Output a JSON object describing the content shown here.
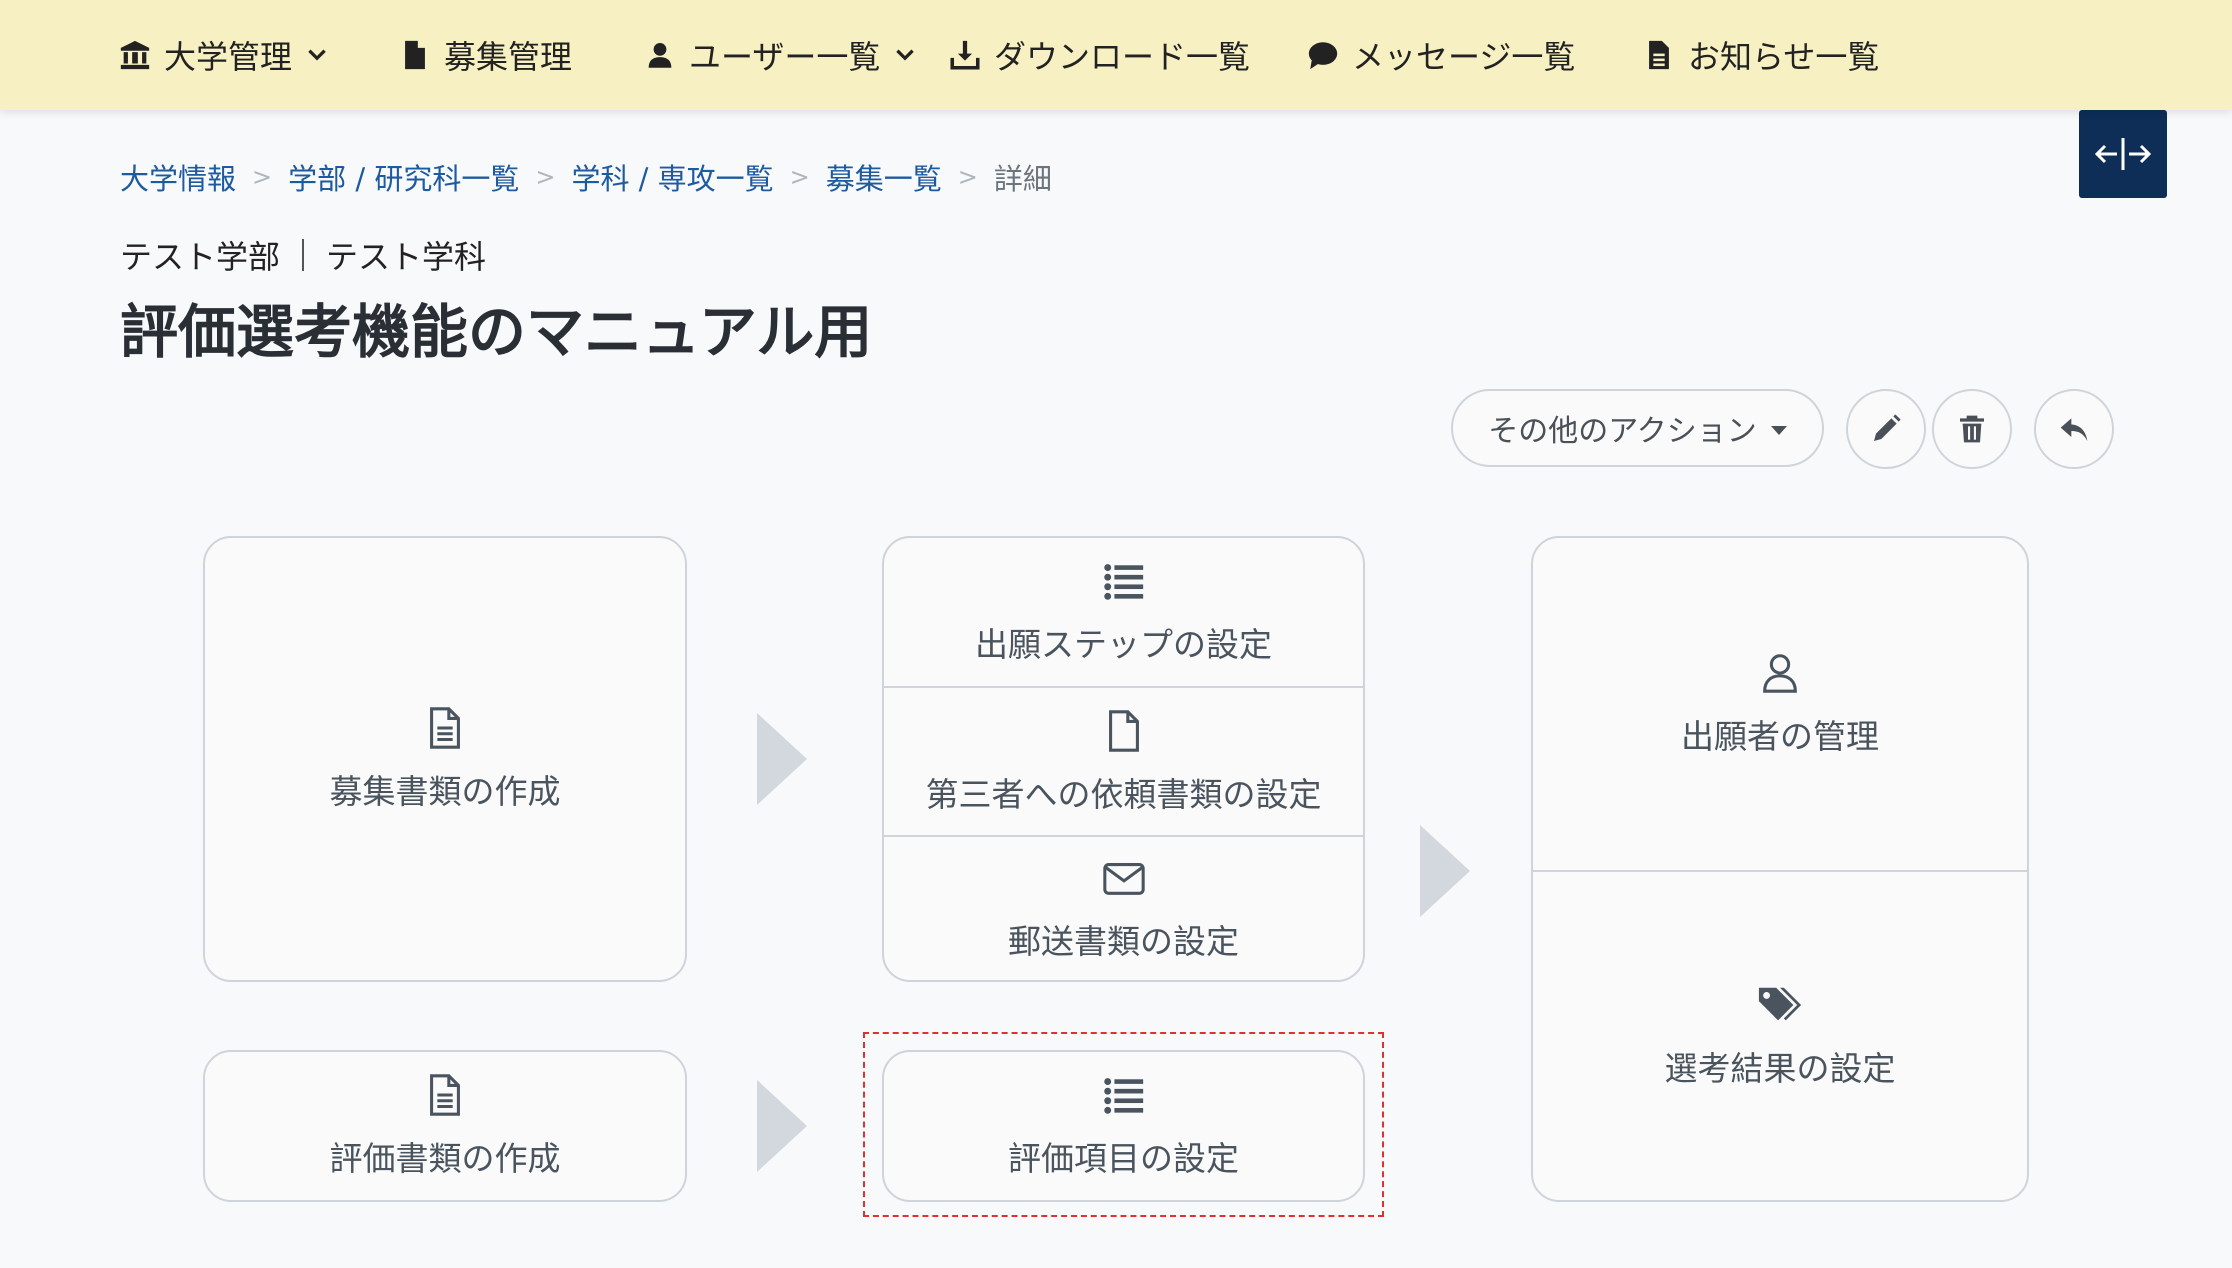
{
  "nav": {
    "items": [
      {
        "label": "大学管理",
        "icon": "university-icon",
        "dropdown": true
      },
      {
        "label": "募集管理",
        "icon": "file-icon",
        "dropdown": false
      },
      {
        "label": "ユーザー一覧",
        "icon": "user-icon",
        "dropdown": true
      },
      {
        "label": "ダウンロード一覧",
        "icon": "download-icon",
        "dropdown": false
      },
      {
        "label": "メッセージ一覧",
        "icon": "comment-icon",
        "dropdown": false
      },
      {
        "label": "お知らせ一覧",
        "icon": "file-text-icon",
        "dropdown": false
      }
    ]
  },
  "breadcrumb": [
    "大学情報",
    "学部 / 研究科一覧",
    "学科 / 専攻一覧",
    "募集一覧",
    "詳細"
  ],
  "header": {
    "faculty": "テスト学部",
    "department": "テスト学科",
    "title": "評価選考機能のマニュアル用"
  },
  "actions": {
    "more_label": "その他のアクション"
  },
  "workflow": {
    "recruit_docs": "募集書類の作成",
    "step_settings": "出願ステップの設定",
    "third_party_docs": "第三者への依頼書類の設定",
    "mail_docs": "郵送書類の設定",
    "applicant_mgmt": "出願者の管理",
    "selection_result": "選考結果の設定",
    "eval_docs": "評価書類の作成",
    "eval_items": "評価項目の設定"
  },
  "colors": {
    "nav_bg": "#f7f0c2",
    "toggle_bg": "#0e2d57",
    "link": "#1d5aa0",
    "highlight": "#e03131"
  }
}
